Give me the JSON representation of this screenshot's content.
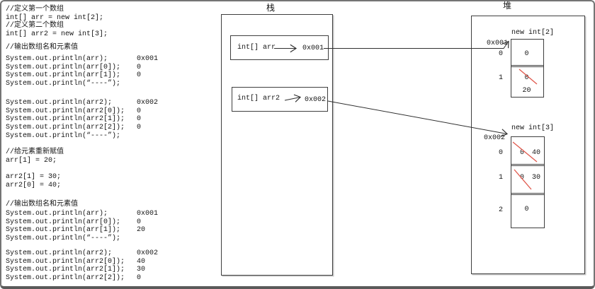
{
  "colors": {
    "pointer_line": "#2f2f2f",
    "strike_red": "#e0584c",
    "frame_border": "#747474"
  },
  "code_panel": {
    "blocks": [
      {
        "lines": [
          {
            "code": "//定义第一个数组",
            "value": ""
          },
          {
            "code": "int[] arr = new int[2];",
            "value": ""
          },
          {
            "code": "//定义第二个数组",
            "value": ""
          },
          {
            "code": "int[] arr2 = new int[3];",
            "value": ""
          }
        ]
      },
      {
        "lines": [
          {
            "code": "//输出数组名和元素值",
            "value": ""
          }
        ]
      },
      {
        "lines": [
          {
            "code": "System.out.println(arr);",
            "value": "0x001"
          },
          {
            "code": "System.out.println(arr[0]);",
            "value": "0"
          },
          {
            "code": "System.out.println(arr[1]);",
            "value": "0"
          },
          {
            "code": "System.out.println(“----”);",
            "value": ""
          }
        ]
      },
      {
        "lines": [
          {
            "code": "System.out.println(arr2);",
            "value": "0x002"
          },
          {
            "code": "System.out.println(arr2[0]);",
            "value": "0"
          },
          {
            "code": "System.out.println(arr2[1]);",
            "value": "0"
          },
          {
            "code": "System.out.println(arr2[2]);",
            "value": "0"
          },
          {
            "code": "System.out.println(“----”);",
            "value": ""
          }
        ]
      },
      {
        "lines": [
          {
            "code": "//给元素重新赋值",
            "value": ""
          },
          {
            "code": "arr[1] = 20;",
            "value": ""
          }
        ]
      },
      {
        "lines": [
          {
            "code": "arr2[1] = 30;",
            "value": ""
          },
          {
            "code": "arr2[0] = 40;",
            "value": ""
          }
        ]
      },
      {
        "lines": [
          {
            "code": "//输出数组名和元素值",
            "value": ""
          }
        ]
      },
      {
        "lines": [
          {
            "code": "System.out.println(arr);",
            "value": "0x001"
          },
          {
            "code": "System.out.println(arr[0]);",
            "value": "0"
          },
          {
            "code": "System.out.println(arr[1]);",
            "value": "20"
          },
          {
            "code": "System.out.println(“----”);",
            "value": ""
          }
        ]
      },
      {
        "lines": [
          {
            "code": "System.out.println(arr2);",
            "value": "0x002"
          },
          {
            "code": "System.out.println(arr2[0]);",
            "value": "40"
          },
          {
            "code": "System.out.println(arr2[1]);",
            "value": "30"
          },
          {
            "code": "System.out.println(arr2[2]);",
            "value": "0"
          }
        ]
      }
    ]
  },
  "stack": {
    "title": "栈",
    "vars": [
      {
        "name": "int[] arr",
        "address": "0x001"
      },
      {
        "name": "int[] arr2",
        "address": "0x002"
      }
    ]
  },
  "heap": {
    "title": "堆",
    "arrays": [
      {
        "label": "new int[2]",
        "address": "0x001",
        "cells": [
          {
            "index": "0",
            "old": "",
            "value": "0"
          },
          {
            "index": "1",
            "old": "0",
            "value": "20"
          }
        ]
      },
      {
        "label": "new int[3]",
        "address": "0x002",
        "cells": [
          {
            "index": "0",
            "old": "0",
            "value": "40"
          },
          {
            "index": "1",
            "old": "0",
            "value": "30"
          },
          {
            "index": "2",
            "old": "",
            "value": "0"
          }
        ]
      }
    ]
  }
}
